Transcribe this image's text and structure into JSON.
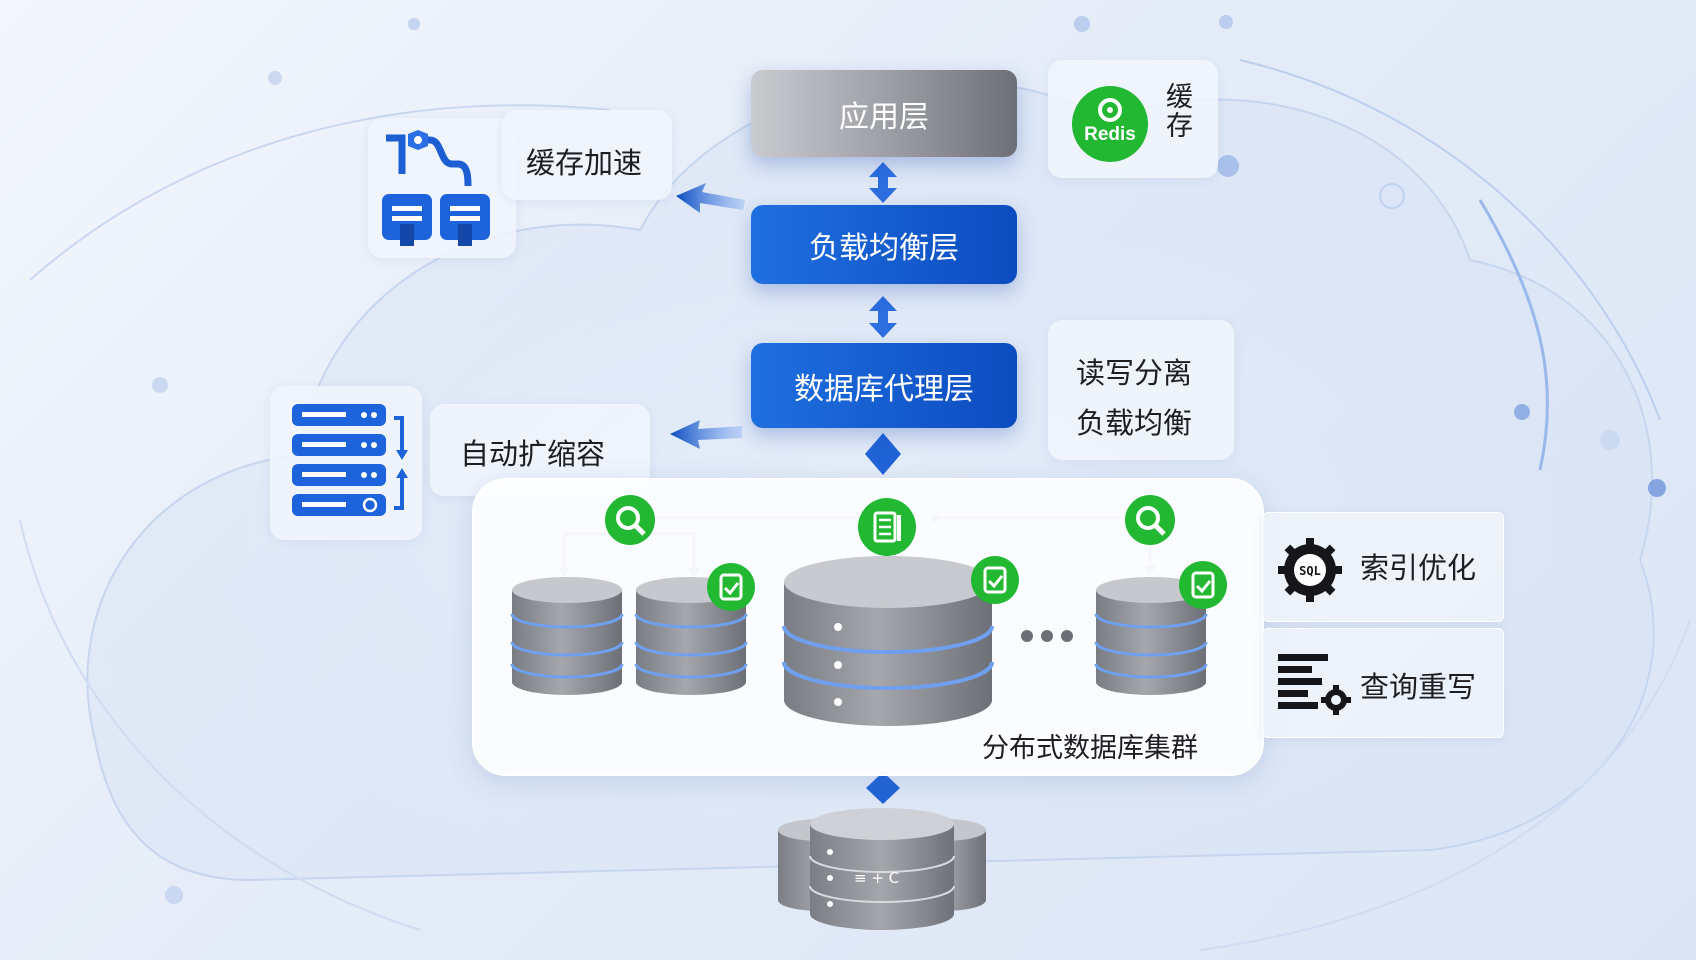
{
  "layers": {
    "app": "应用层",
    "load_balancer": "负载均衡层",
    "proxy": "数据库代理层"
  },
  "features": {
    "cache_accel": "缓存加速",
    "redis_logo": "Redis",
    "redis_caption": "缓存",
    "auto_scaling": "自动扩缩容",
    "rw_split": "读写分离",
    "load_balance": "负载均衡",
    "index_opt": "索引优化",
    "query_rewrite": "查询重写"
  },
  "cluster": {
    "label": "分布式数据库集群"
  },
  "storage": {
    "mini_label": "≡ + C"
  },
  "colors": {
    "primary_blue": "#0c4cc0",
    "status_green": "#22b832",
    "db_gray": "#8e9097",
    "db_highlight": "#6fa0f0"
  }
}
